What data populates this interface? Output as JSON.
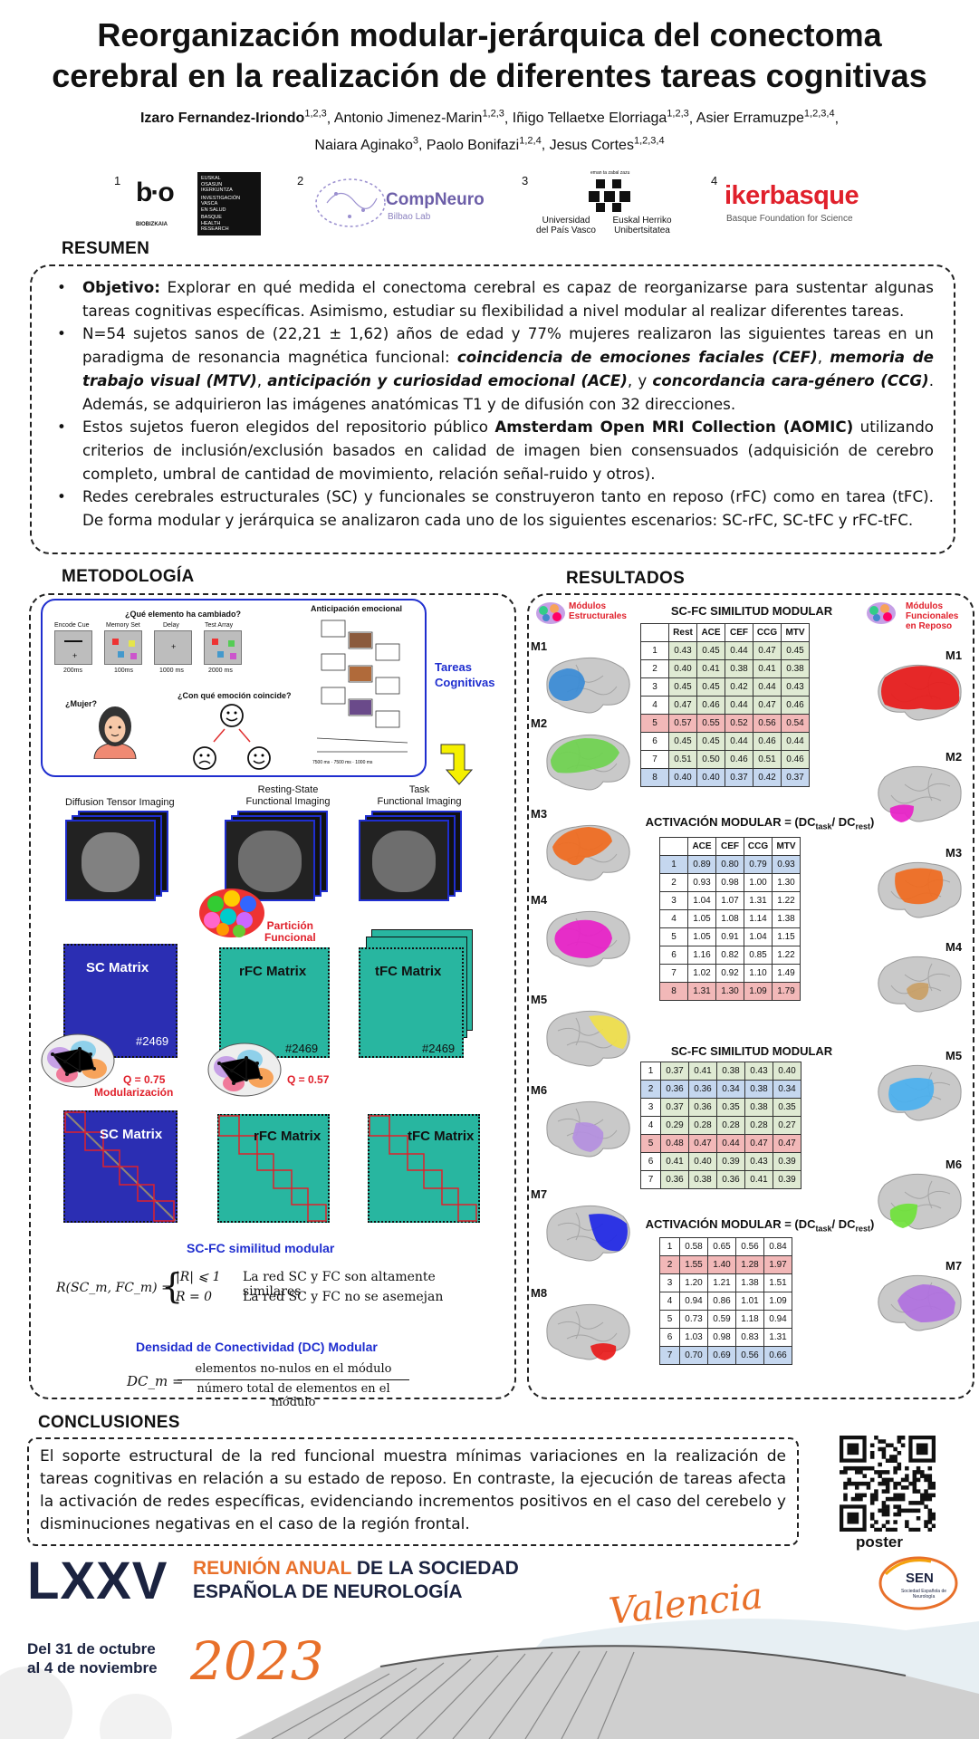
{
  "title_line1": "Reorganización modular-jerárquica del conectoma",
  "title_line2": "cerebral en la realización de diferentes tareas cognitivas",
  "authors": [
    {
      "name": "Izaro Fernandez-Iriondo",
      "sup": "1,2,3",
      "bold": true
    },
    {
      "name": "Antonio Jimenez-Marin",
      "sup": "1,2,3"
    },
    {
      "name": "Iñigo Tellaetxe Elorriaga",
      "sup": "1,2,3"
    },
    {
      "name": "Asier Erramuzpe",
      "sup": "1,2,3,4"
    },
    {
      "name": "Naiara Aginako",
      "sup": "3"
    },
    {
      "name": "Paolo Bonifazi",
      "sup": "1,2,4"
    },
    {
      "name": "Jesus Cortes",
      "sup": "1,2,3,4"
    }
  ],
  "logos": {
    "n1": "1",
    "n2": "2",
    "n3": "3",
    "n4": "4",
    "biocruces": "BIOBIZKAIA",
    "osakidetza": [
      "EUSKAL",
      "OSASUN",
      "IKERKUNTZA",
      "INVESTIGACIÓN",
      "VASCA",
      "EN SALUD",
      "BASQUE",
      "HEALTH",
      "RESEARCH"
    ],
    "compneuro": "CompNeuro",
    "compneuro_sub": "Bilbao Lab",
    "upv1": "Universidad",
    "upv2": "del País Vasco",
    "upv3": "Euskal Herriko",
    "upv4": "Unibertsitatea",
    "upv_top": "eman ta zabal zazu",
    "ikerbasque": "ikerbasque",
    "ikerbasque_sub": "Basque Foundation for Science"
  },
  "resumen": {
    "heading": "RESUMEN",
    "b1_label": "Objetivo:",
    "b1_text": " Explorar en qué medida el conectoma cerebral es capaz de reorganizarse para sustentar algunas tareas cognitivas específicas. Asimismo, estudiar su flexibilidad a nivel modular al realizar diferentes tareas.",
    "b2_a": "N=54 sujetos sanos de (22,21 ± 1,62) años de edad y 77% mujeres realizaron las siguientes tareas en un paradigma de resonancia magnética funcional: ",
    "b2_t1": "coincidencia de emociones faciales (CEF)",
    "b2_s1": ", ",
    "b2_t2": "memoria de trabajo visual (MTV)",
    "b2_s2": ", ",
    "b2_t3": "anticipación y curiosidad emocional (ACE)",
    "b2_s3": ", y ",
    "b2_t4": "concordancia cara-género (CCG)",
    "b2_b": ". Además, se adquirieron las imágenes anatómicas T1 y de difusión con 32 direcciones.",
    "b3_a": "Estos sujetos fueron elegidos del repositorio público ",
    "b3_bold": "Amsterdam Open MRI Collection (AOMIC)",
    "b3_b": " utilizando criterios de inclusión/exclusión basados en calidad de imagen bien consensuados (adquisición de cerebro completo, umbral de cantidad de movimiento, relación señal-ruido y otros).",
    "b4": "Redes cerebrales estructurales (SC) y funcionales se construyeron tanto en reposo (rFC) como en tarea (tFC). De forma modular y jerárquica se analizaron cada uno de los siguientes escenarios: SC-rFC, SC-tFC y rFC-tFC."
  },
  "metodologia": {
    "heading": "METODOLOGÍA",
    "q_cambiado": "¿Qué elemento ha cambiado?",
    "encode": "Encode Cue",
    "memory": "Memory Set",
    "delay": "Delay",
    "test": "Test Array",
    "t200": "200ms",
    "t100": "100ms",
    "t1000": "1000 ms",
    "t2000": "2000 ms",
    "anticipacion": "Anticipación emocional",
    "mujer": "¿Mujer?",
    "emocion": "¿Con qué emoción coincide?",
    "tareas1": "Tareas",
    "tareas2": "Cognitivas",
    "dti": "Diffusion Tensor Imaging",
    "rs1": "Resting-State",
    "rs2": "Functional Imaging",
    "task1": "Task",
    "task2": "Functional Imaging",
    "particion1": "Partición",
    "particion2": "Funcional",
    "sc": "SC Matrix",
    "rfc": "rFC Matrix",
    "tfc": "tFC Matrix",
    "n2469": "#2469",
    "q1": "Q = 0.75",
    "modularizacion": "Modularización",
    "q2": "Q = 0.57",
    "similitud": "SC-FC  similitud modular",
    "eq1_lhs": "R(SC_m, FC_m) =",
    "eq1_c1": "|R| ⩽ 1",
    "eq1_t1": "La red SC y FC son altamente similares",
    "eq1_c2": "R = 0",
    "eq1_t2": "La red SC y FC no se asemejan",
    "dc_head": "Densidad de Conectividad (DC) Modular",
    "dc_lhs": "DC_m =",
    "dc_num": "elementos no-nulos en el módulo",
    "dc_den": "número total de elementos en el módulo"
  },
  "resultados": {
    "heading": "RESULTADOS",
    "mod_est": [
      "Módulos",
      "Estructurales"
    ],
    "mod_fun": [
      "Módulos",
      "Funcionales",
      "en Reposo"
    ],
    "t1_title": "SC-FC SIMILITUD MODULAR",
    "t1_head": [
      "",
      "Rest",
      "ACE",
      "CEF",
      "CCG",
      "MTV"
    ],
    "t1_rows": [
      [
        "1",
        "0.43",
        "0.45",
        "0.44",
        "0.47",
        "0.45"
      ],
      [
        "2",
        "0.40",
        "0.41",
        "0.38",
        "0.41",
        "0.38"
      ],
      [
        "3",
        "0.45",
        "0.45",
        "0.42",
        "0.44",
        "0.43"
      ],
      [
        "4",
        "0.47",
        "0.46",
        "0.44",
        "0.47",
        "0.46"
      ],
      [
        "5",
        "0.57",
        "0.55",
        "0.52",
        "0.56",
        "0.54"
      ],
      [
        "6",
        "0.45",
        "0.45",
        "0.44",
        "0.46",
        "0.44"
      ],
      [
        "7",
        "0.51",
        "0.50",
        "0.46",
        "0.51",
        "0.46"
      ],
      [
        "8",
        "0.40",
        "0.40",
        "0.37",
        "0.42",
        "0.37"
      ]
    ],
    "t1_colors": [
      "g",
      "g",
      "g",
      "g",
      "r",
      "g",
      "g",
      "b"
    ],
    "t2_title": "ACTIVACIÓN MODULAR = (DC",
    "t2_sub1": "task",
    "t2_mid": "/ DC",
    "t2_sub2": "rest",
    "t2_end": ")",
    "t2_head": [
      "",
      "ACE",
      "CEF",
      "CCG",
      "MTV"
    ],
    "t2_rows": [
      [
        "1",
        "0.89",
        "0.80",
        "0.79",
        "0.93"
      ],
      [
        "2",
        "0.93",
        "0.98",
        "1.00",
        "1.30"
      ],
      [
        "3",
        "1.04",
        "1.07",
        "1.31",
        "1.22"
      ],
      [
        "4",
        "1.05",
        "1.08",
        "1.14",
        "1.38"
      ],
      [
        "5",
        "1.05",
        "0.91",
        "1.04",
        "1.15"
      ],
      [
        "6",
        "1.16",
        "0.82",
        "0.85",
        "1.22"
      ],
      [
        "7",
        "1.02",
        "0.92",
        "1.10",
        "1.49"
      ],
      [
        "8",
        "1.31",
        "1.30",
        "1.09",
        "1.79"
      ]
    ],
    "t2_colors": [
      "b",
      "",
      "",
      "",
      "",
      "",
      "",
      "r"
    ],
    "t3_title": "SC-FC SIMILITUD MODULAR",
    "t3_rows": [
      [
        "1",
        "0.37",
        "0.41",
        "0.38",
        "0.43",
        "0.40"
      ],
      [
        "2",
        "0.36",
        "0.36",
        "0.34",
        "0.38",
        "0.34"
      ],
      [
        "3",
        "0.37",
        "0.36",
        "0.35",
        "0.38",
        "0.35"
      ],
      [
        "4",
        "0.29",
        "0.28",
        "0.28",
        "0.28",
        "0.27"
      ],
      [
        "5",
        "0.48",
        "0.47",
        "0.44",
        "0.47",
        "0.47"
      ],
      [
        "6",
        "0.41",
        "0.40",
        "0.39",
        "0.43",
        "0.39"
      ],
      [
        "7",
        "0.36",
        "0.38",
        "0.36",
        "0.41",
        "0.39"
      ]
    ],
    "t3_colors": [
      "g",
      "b",
      "g",
      "g",
      "r",
      "g",
      "g"
    ],
    "t4_rows": [
      [
        "1",
        "0.58",
        "0.65",
        "0.56",
        "0.84"
      ],
      [
        "2",
        "1.55",
        "1.40",
        "1.28",
        "1.97"
      ],
      [
        "3",
        "1.20",
        "1.21",
        "1.38",
        "1.51"
      ],
      [
        "4",
        "0.94",
        "0.86",
        "1.01",
        "1.09"
      ],
      [
        "5",
        "0.73",
        "0.59",
        "1.18",
        "0.94"
      ],
      [
        "6",
        "1.03",
        "0.98",
        "0.83",
        "1.31"
      ],
      [
        "7",
        "0.70",
        "0.69",
        "0.56",
        "0.66"
      ]
    ],
    "t4_colors": [
      "",
      "r",
      "",
      "",
      "",
      "",
      "b"
    ],
    "left_labels": [
      "M1",
      "M2",
      "M3",
      "M4",
      "M5",
      "M6",
      "M7",
      "M8"
    ],
    "right_labels": [
      "M1",
      "M2",
      "M3",
      "M4",
      "M5",
      "M6",
      "M7"
    ]
  },
  "conclusiones": {
    "heading": "CONCLUSIONES",
    "text": "El soporte estructural de la red funcional muestra mínimas variaciones en la realización de tareas cognitivas en relación a su estado de reposo. En contraste, la ejecución de tareas afecta la activación de redes específicas, evidenciando incrementos positivos en el caso del cerebelo y disminuciones negativas en el caso de la región frontal."
  },
  "qr_label": "poster",
  "footer": {
    "roman": "LXXV",
    "l1a": "REUNIÓN ANUAL ",
    "l1b": "DE LA SOCIEDAD",
    "l2": "ESPAÑOLA DE NEUROLOGÍA",
    "city": "Valencia",
    "date1": "Del 31 de octubre",
    "date2": "al 4 de noviembre",
    "year": "2023",
    "sen": "SEN",
    "sen_sub": "Sociedad Española de Neurología"
  },
  "colors": {
    "accent_red": "#e0202b",
    "blue": "#1f2ecf",
    "navy": "#1b2340",
    "orange": "#e8702a",
    "green": "#dfead3",
    "pink": "#f2b8b8",
    "lblue": "#c5d7ef",
    "teal": "#28b6a0"
  }
}
